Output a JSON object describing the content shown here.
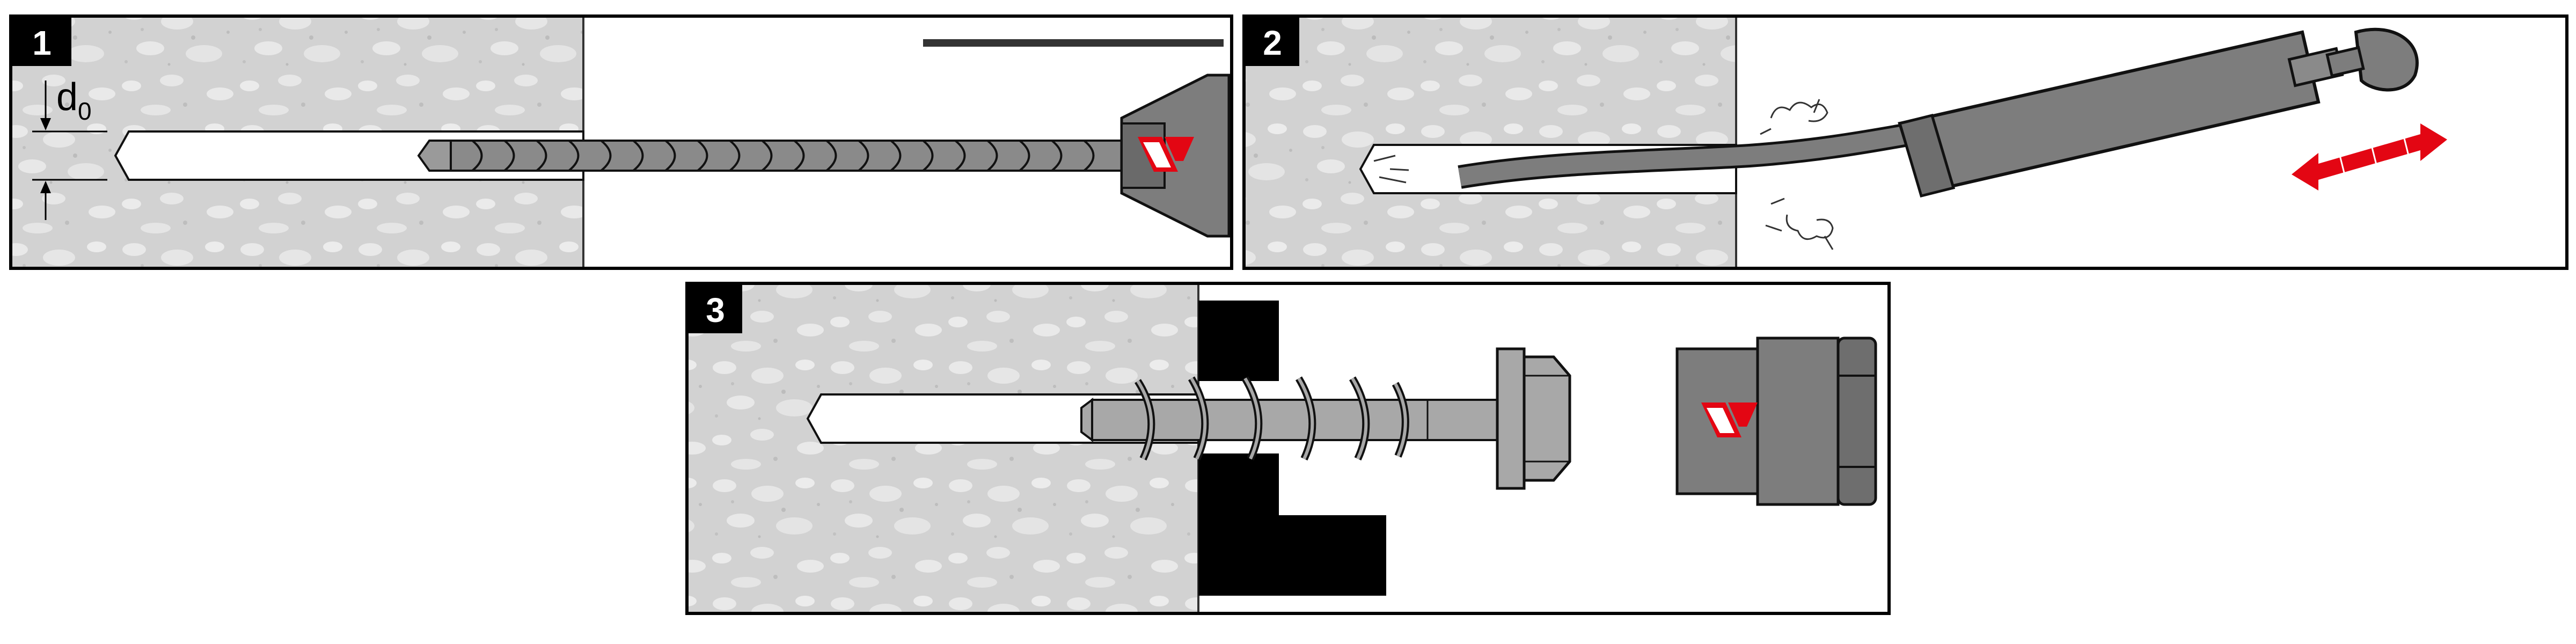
{
  "steps": [
    {
      "number": "1"
    },
    {
      "number": "2"
    },
    {
      "number": "3"
    }
  ],
  "dimension_label": {
    "main": "d",
    "subscript": "0"
  },
  "colors": {
    "concrete": "#d2d2d2",
    "concrete_speckle": "#e9e9e9",
    "tool_gray": "#7d7d7d",
    "tool_light": "#a8a8a8",
    "outline": "#1a1a1a",
    "accent_red": "#e30613",
    "label_bg": "#000000",
    "plate_black": "#000000"
  },
  "icons": {
    "step1_tools": [
      "drill-bit-icon",
      "drill-chuck-icon"
    ],
    "step2_tools": [
      "blow-pump-icon",
      "double-arrow-icon",
      "dust-cloud-icon"
    ],
    "step3_tools": [
      "screw-anchor-icon",
      "socket-wrench-icon"
    ]
  }
}
